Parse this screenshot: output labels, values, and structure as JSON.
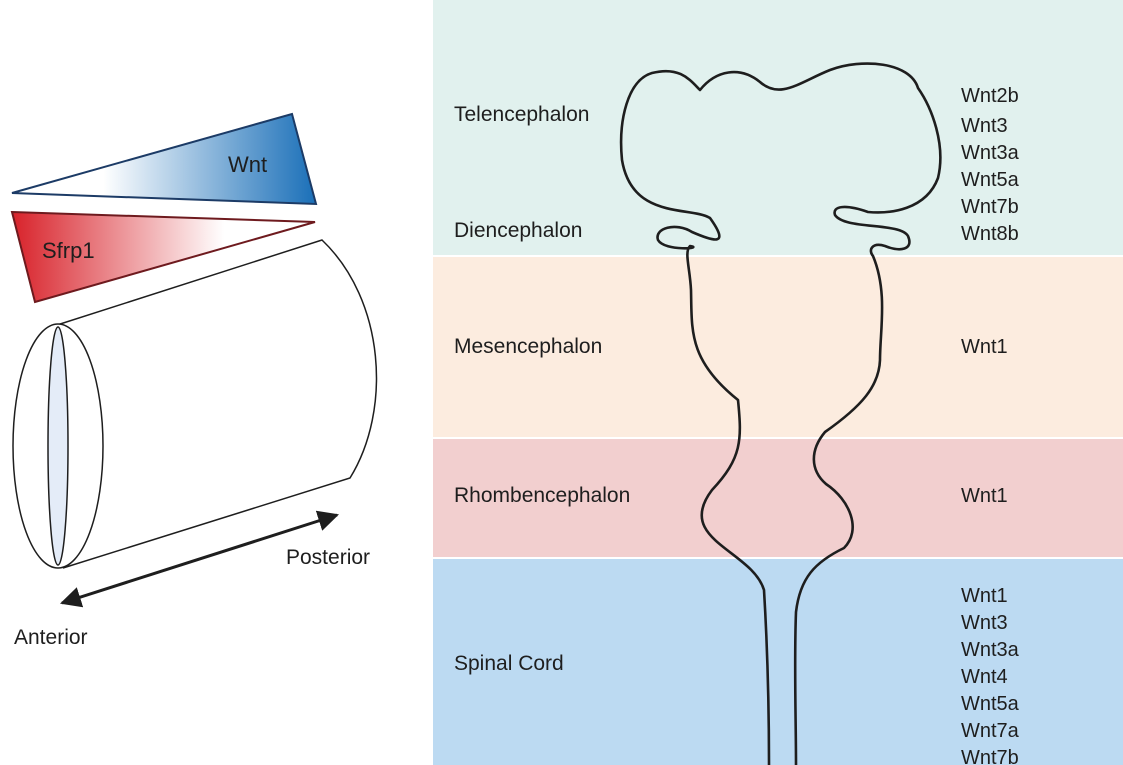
{
  "left_panel": {
    "wnt_label": "Wnt",
    "sfrp1_label": "Sfrp1",
    "posterior_label": "Posterior",
    "anterior_label": "Anterior",
    "colors": {
      "wnt": "#1a6fb8",
      "sfrp1": "#d8222a"
    }
  },
  "regions": [
    {
      "name": "Telencephalon",
      "genes": [
        "Wnt2b",
        "Wnt3",
        "Wnt3a",
        "Wnt5a",
        "Wnt7b",
        "Wnt8b"
      ],
      "color": "#e1f1ee"
    },
    {
      "name": "Diencephalon",
      "genes": [],
      "color": "#e1f1ee"
    },
    {
      "name": "Mesencephalon",
      "genes": [
        "Wnt1"
      ],
      "color": "#fcecdf"
    },
    {
      "name": "Rhombencephalon",
      "genes": [
        "Wnt1"
      ],
      "color": "#f2cfcf"
    },
    {
      "name": "Spinal Cord",
      "genes": [
        "Wnt1",
        "Wnt3",
        "Wnt3a",
        "Wnt4",
        "Wnt5a",
        "Wnt7a",
        "Wnt7b"
      ],
      "color": "#bcdaf2"
    }
  ]
}
